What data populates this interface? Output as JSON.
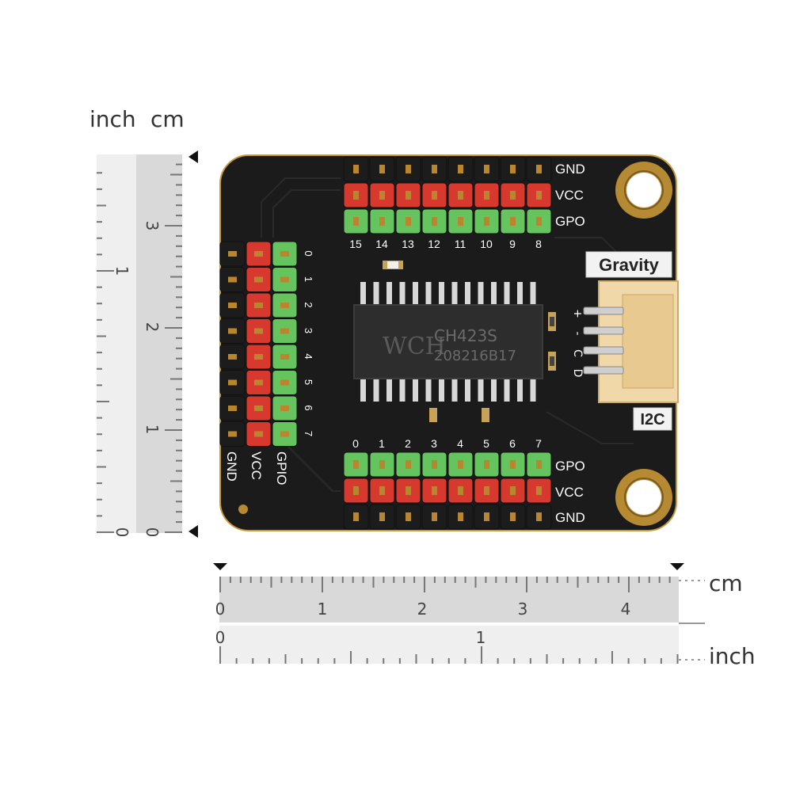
{
  "rulers": {
    "vertical": {
      "inch_label": "inch",
      "cm_label": "cm",
      "inch_ticks": [
        "0",
        "1"
      ],
      "cm_ticks": [
        "0",
        "1",
        "2",
        "3"
      ]
    },
    "horizontal": {
      "cm_label": "cm",
      "inch_label": "inch",
      "cm_ticks": [
        "0",
        "1",
        "2",
        "3",
        "4"
      ],
      "inch_ticks": [
        "0",
        "1"
      ]
    }
  },
  "board": {
    "chip": {
      "brand": "WCH",
      "model": "CH423S",
      "code": "208216B17"
    },
    "top_header": {
      "rows": [
        "GND",
        "VCC",
        "GPO"
      ],
      "numbers": [
        "15",
        "14",
        "13",
        "12",
        "11",
        "10",
        "9",
        "8"
      ]
    },
    "bottom_header": {
      "rows": [
        "GPO",
        "VCC",
        "GND"
      ],
      "numbers": [
        "0",
        "1",
        "2",
        "3",
        "4",
        "5",
        "6",
        "7"
      ]
    },
    "left_header": {
      "cols": [
        "GND",
        "VCC",
        "GPIO"
      ],
      "numbers": [
        "0",
        "1",
        "2",
        "3",
        "4",
        "5",
        "6",
        "7"
      ]
    },
    "connector": {
      "brand": "Gravity",
      "bus": "I2C",
      "pins": [
        "+",
        "-",
        "C",
        "D"
      ]
    },
    "colors": {
      "pcb": "#1a1a1a",
      "gnd": "#1c1c1c",
      "vcc": "#d8392e",
      "gpo": "#66c45e",
      "pin": "#b8862e",
      "silk": "#ffffff"
    }
  }
}
